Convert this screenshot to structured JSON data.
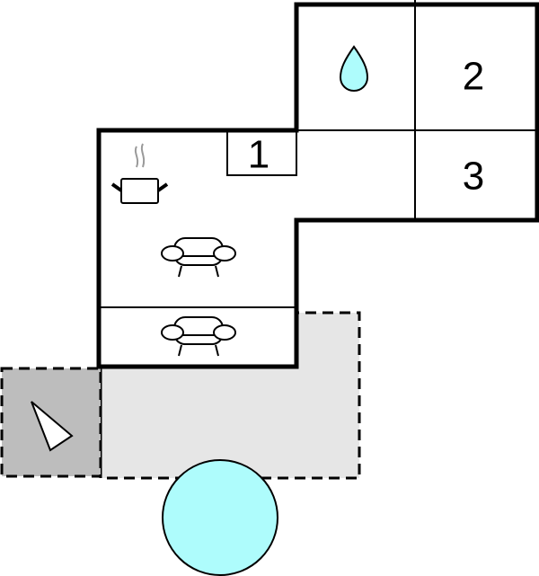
{
  "floorplan": {
    "rooms": [
      {
        "id": "bedroom-1",
        "label": "1"
      },
      {
        "id": "bedroom-2",
        "label": "2"
      },
      {
        "id": "bedroom-3",
        "label": "3"
      }
    ],
    "icons": {
      "kitchen": "cooking-pot-icon",
      "bathroom": "water-drop-icon",
      "living_room": "sofa-icon",
      "living_room_2": "sofa-icon",
      "terrace": "compass-arrow-icon",
      "pool": "pool-circle"
    },
    "colors": {
      "wall": "#000000",
      "terrace": "#e6e6e6",
      "terrace_dark": "#bdbdbd",
      "water": "#aefcfc",
      "steam": "#9a9a9a",
      "background": "#ffffff"
    }
  }
}
